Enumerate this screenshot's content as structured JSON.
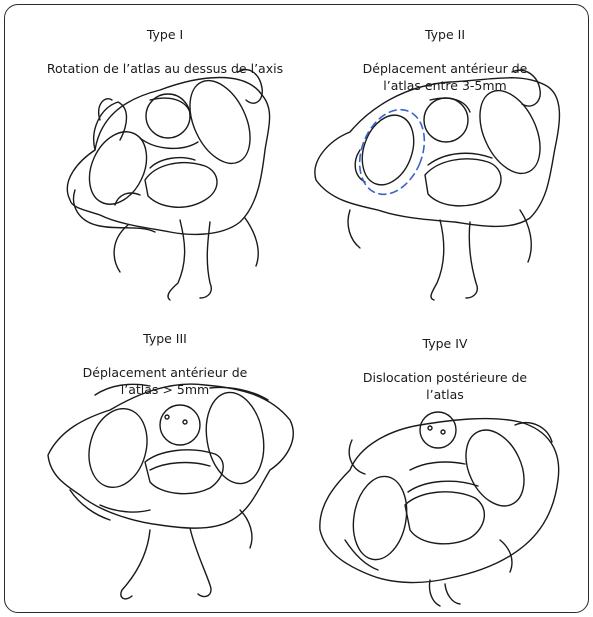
{
  "panels": [
    {
      "type": "Type I",
      "description": "Rotation de l’atlas au dessus de l’axis"
    },
    {
      "type": "Type II",
      "description": "Déplacement antérieur de\nl’atlas entre 3-5mm"
    },
    {
      "type": "Type III",
      "description": "Déplacement antérieur de\nl’atlas > 5mm"
    },
    {
      "type": "Type IV",
      "description": "Dislocation postérieure de\nl’atlas"
    }
  ],
  "colors": {
    "ink": "#1a1a1a",
    "highlight": "#3a63c9"
  }
}
